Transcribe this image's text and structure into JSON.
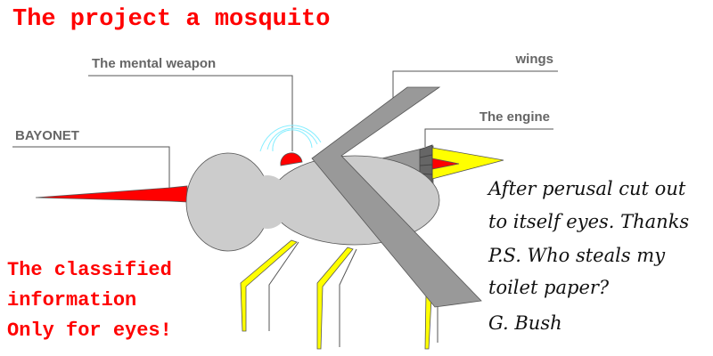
{
  "title": "The project a mosquito",
  "labels": {
    "mental_weapon": "The mental weapon",
    "wings": "wings",
    "engine": "The engine",
    "bayonet": "BAYONET"
  },
  "classified": [
    "The classified",
    "information",
    "Only for eyes!"
  ],
  "note": [
    "After perusal cut out",
    "to itself eyes. Thanks",
    "P.S. Who steals my",
    "toilet paper?",
    "G. Bush"
  ],
  "colors": {
    "red": "#ff0000",
    "body": "#cccccc",
    "wing": "#999999",
    "yellow": "#ffff00",
    "waves": "#88eeff"
  }
}
